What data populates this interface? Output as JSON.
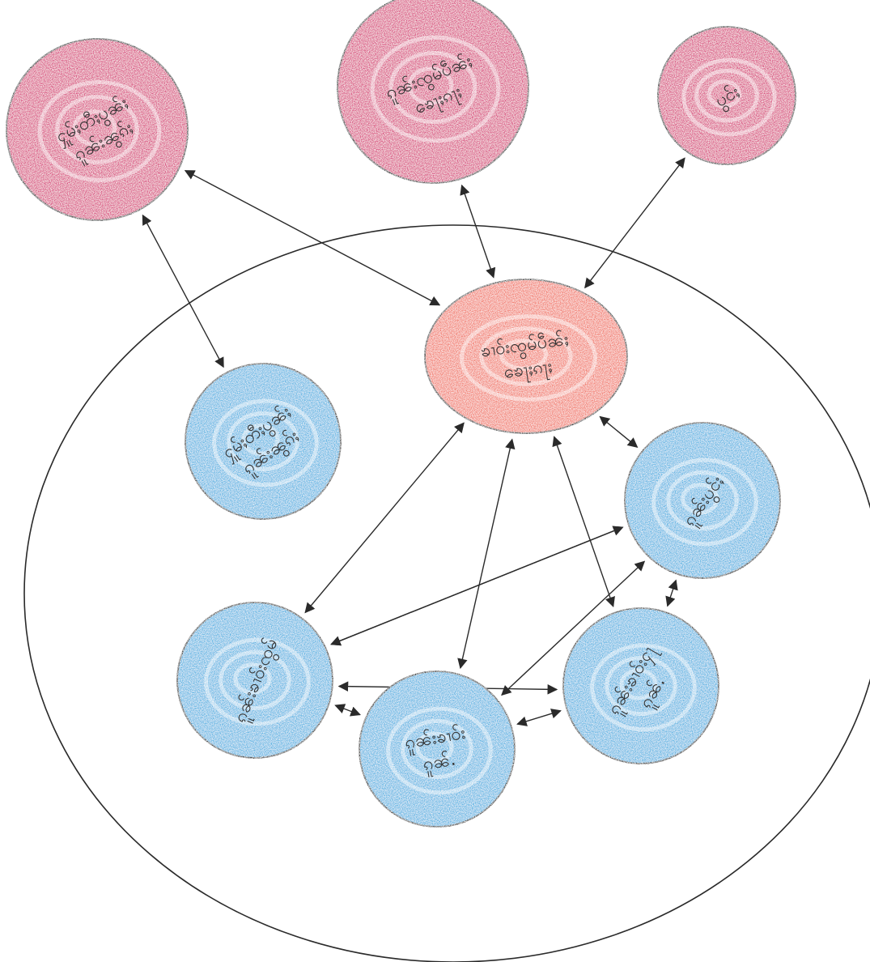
{
  "colors": {
    "paper": "#ffffff",
    "ink": "#2a2a2a",
    "outer_crayon": "#d94a7e",
    "center_crayon": "#f27a6c",
    "inner_crayon": "#58b4e3"
  },
  "diagram": {
    "type": "hand-drawn concept map",
    "boundary": {
      "shape": "large ellipse enclosing the center and inner nodes"
    },
    "nodes": [
      {
        "id": "outer-1",
        "group": "outer",
        "label": "ႁူမ်ႈတီႈပွၼ်ႈ\nၵူၼ်းၼွၵ်ႈ",
        "crayon": "magenta-pink"
      },
      {
        "id": "outer-2",
        "group": "outer",
        "label": "ၵူၼ်းၸွမ်ပဵၼ်ႈ\nၶေႃႈၵႃႈ",
        "crayon": "magenta-pink"
      },
      {
        "id": "outer-3",
        "group": "outer",
        "label": "ပွင်ႈ",
        "crayon": "magenta-pink"
      },
      {
        "id": "center",
        "group": "center",
        "label": "ၶၢဝ်းၸွမ်ပဵၼ်ႈ\nၶေႃႈၵႃႈ",
        "crayon": "salmon"
      },
      {
        "id": "inner-1",
        "group": "inner",
        "label": "ႁူမ်ႈတီႈပွၼ်ႈ\nၵူၼ်းၼွၵ်ႈ",
        "crayon": "light-blue"
      },
      {
        "id": "inner-2",
        "group": "inner",
        "label": "ၵူၼ်းပွင်ႈ",
        "crayon": "light-blue"
      },
      {
        "id": "inner-3",
        "group": "inner",
        "label": "ၵူၼ်းၶၢဝ်းၸွမ်",
        "crayon": "light-blue"
      },
      {
        "id": "inner-4",
        "group": "inner",
        "label": "ၵူၼ်းၶၢဝ်း\nၵူၼ်.",
        "crayon": "light-blue"
      },
      {
        "id": "inner-5",
        "group": "inner",
        "label": "ၵူၼ်းၶၢဝ်းႁႃ\nၵူၼ်.",
        "crayon": "light-blue"
      }
    ],
    "edges": [
      {
        "from": "outer-1",
        "to": "center",
        "arrows": "both"
      },
      {
        "from": "outer-1",
        "to": "inner-1",
        "arrows": "both"
      },
      {
        "from": "outer-2",
        "to": "center",
        "arrows": "both"
      },
      {
        "from": "outer-3",
        "to": "center",
        "arrows": "both"
      },
      {
        "from": "center",
        "to": "inner-2",
        "arrows": "both"
      },
      {
        "from": "center",
        "to": "inner-3",
        "arrows": "both"
      },
      {
        "from": "center",
        "to": "inner-4",
        "arrows": "both"
      },
      {
        "from": "center",
        "to": "inner-5",
        "arrows": "both"
      },
      {
        "from": "inner-2",
        "to": "inner-3",
        "arrows": "both"
      },
      {
        "from": "inner-2",
        "to": "inner-4",
        "arrows": "both"
      },
      {
        "from": "inner-2",
        "to": "inner-5",
        "arrows": "both"
      },
      {
        "from": "inner-2",
        "to": "inner-3",
        "arrows": "both"
      },
      {
        "from": "inner-3",
        "to": "inner-4",
        "arrows": "both"
      },
      {
        "from": "inner-4",
        "to": "inner-5",
        "arrows": "both"
      },
      {
        "from": "inner-3",
        "to": "inner-5",
        "arrows": "both"
      }
    ]
  }
}
